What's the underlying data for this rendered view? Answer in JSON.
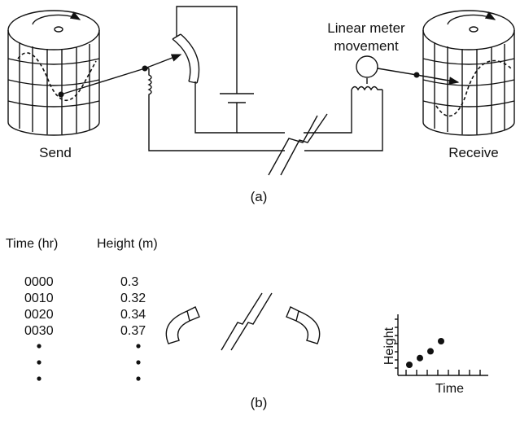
{
  "part_a": {
    "send_label": "Send",
    "receive_label": "Receive",
    "meter_label_line1": "Linear meter",
    "meter_label_line2": "movement",
    "caption": "(a)"
  },
  "part_b": {
    "time_header": "Time (hr)",
    "height_header": "Height (m)",
    "rows": [
      {
        "time": "0000",
        "height": "0.3"
      },
      {
        "time": "0010",
        "height": "0.32"
      },
      {
        "time": "0020",
        "height": "0.34"
      },
      {
        "time": "0030",
        "height": "0.37"
      }
    ],
    "mini_chart": {
      "ylabel": "Height",
      "xlabel": "Time",
      "points": [
        0.3,
        0.32,
        0.34,
        0.37
      ]
    },
    "caption": "(b)"
  },
  "colors": {
    "ink": "#111111",
    "background": "#ffffff"
  }
}
